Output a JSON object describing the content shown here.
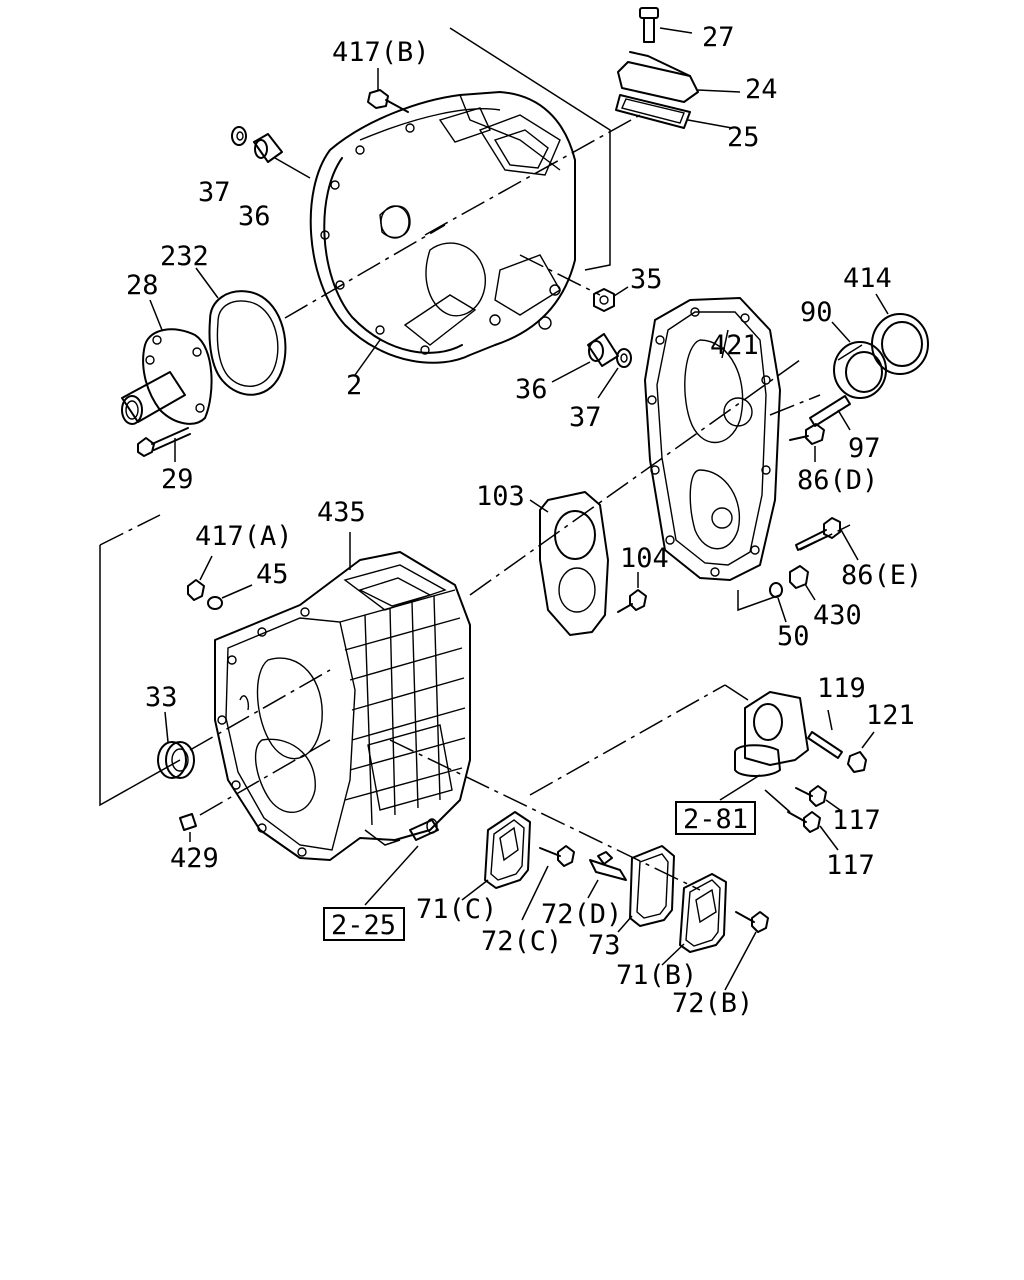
{
  "labels": {
    "l27": "27",
    "l24": "24",
    "l25": "25",
    "l417b": "417(B)",
    "l37a": "37",
    "l36a": "36",
    "l35": "35",
    "l36b": "36",
    "l37b": "37",
    "l2": "2",
    "l232": "232",
    "l28": "28",
    "l29": "29",
    "l414": "414",
    "l90": "90",
    "l421": "421",
    "l97": "97",
    "l86d": "86(D)",
    "l103": "103",
    "l104": "104",
    "l86e": "86(E)",
    "l430": "430",
    "l50": "50",
    "l435": "435",
    "l417a": "417(A)",
    "l45": "45",
    "l33": "33",
    "l429": "429",
    "l119": "119",
    "l121": "121",
    "l117a": "117",
    "l117b": "117",
    "l71c": "71(C)",
    "l72c": "72(C)",
    "l72d": "72(D)",
    "l73": "73",
    "l71b": "71(B)",
    "l72b": "72(B)"
  },
  "refs": {
    "r281": "2-81",
    "r225": "2-25"
  }
}
